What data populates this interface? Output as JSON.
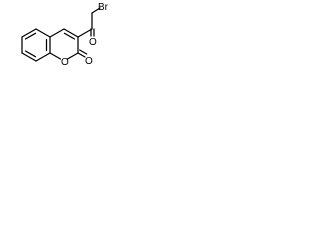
{
  "molecule": {
    "atoms": {
      "bromine": "Br",
      "ketone_oxygen": "O",
      "ring_oxygen": "O",
      "lactone_oxygen": "O"
    }
  },
  "colors": {
    "bond": "#000000",
    "label": "#000000",
    "background": "#ffffff"
  }
}
